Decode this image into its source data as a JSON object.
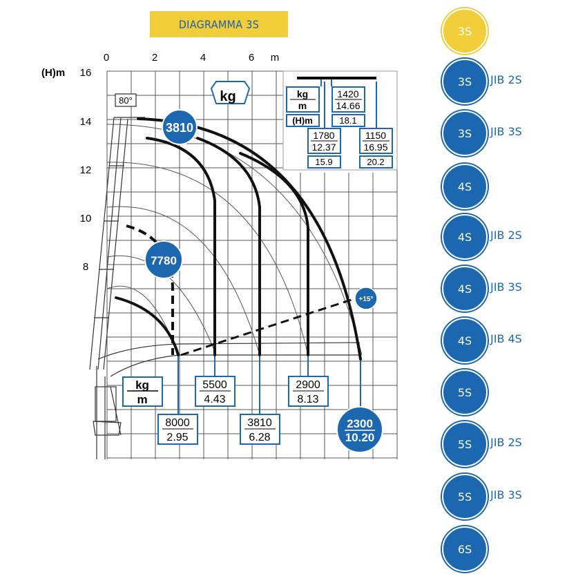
{
  "header": {
    "title": "DIAGRAMMA 3S"
  },
  "axes": {
    "x_unit": "m",
    "y_unit": "(H)m",
    "x_ticks": [
      "0",
      "2",
      "4",
      "6"
    ],
    "y_ticks": [
      "16",
      "14",
      "12",
      "10",
      "8"
    ]
  },
  "labels": {
    "angle_max": "80°",
    "angle_ext": "+15°",
    "kg_header": "kg",
    "kg": "kg",
    "m": "m",
    "hm": "(H)m"
  },
  "capacity_badges": {
    "top": "3810",
    "mid": "7780"
  },
  "load_points": [
    {
      "kg": "8000",
      "m": "2.95"
    },
    {
      "kg": "5500",
      "m": "4.43"
    },
    {
      "kg": "3810",
      "m": "6.28"
    },
    {
      "kg": "2900",
      "m": "8.13"
    },
    {
      "kg": "2300",
      "m": "10.20"
    }
  ],
  "jib_panel": {
    "top": {
      "kg": "1420",
      "m": "14.66",
      "h": "18.1"
    },
    "left": {
      "kg": "1780",
      "m": "12.37",
      "h": "15.9"
    },
    "right": {
      "kg": "1150",
      "m": "16.95",
      "h": "20.2"
    }
  },
  "colors": {
    "accent_blue": "#1c68b0",
    "brand_yellow": "#f2cd3a",
    "grid": "#555555"
  },
  "models": [
    {
      "label": "3S",
      "jib": "",
      "active": true
    },
    {
      "label": "3S",
      "jib": "JIB 2S"
    },
    {
      "label": "3S",
      "jib": "JIB 3S"
    },
    {
      "label": "4S",
      "jib": ""
    },
    {
      "label": "4S",
      "jib": "JIB 2S"
    },
    {
      "label": "4S",
      "jib": "JIB 3S"
    },
    {
      "label": "4S",
      "jib": "JIB 4S"
    },
    {
      "label": "5S",
      "jib": ""
    },
    {
      "label": "5S",
      "jib": "JIB 2S"
    },
    {
      "label": "5S",
      "jib": "JIB 3S"
    },
    {
      "label": "6S",
      "jib": ""
    }
  ]
}
